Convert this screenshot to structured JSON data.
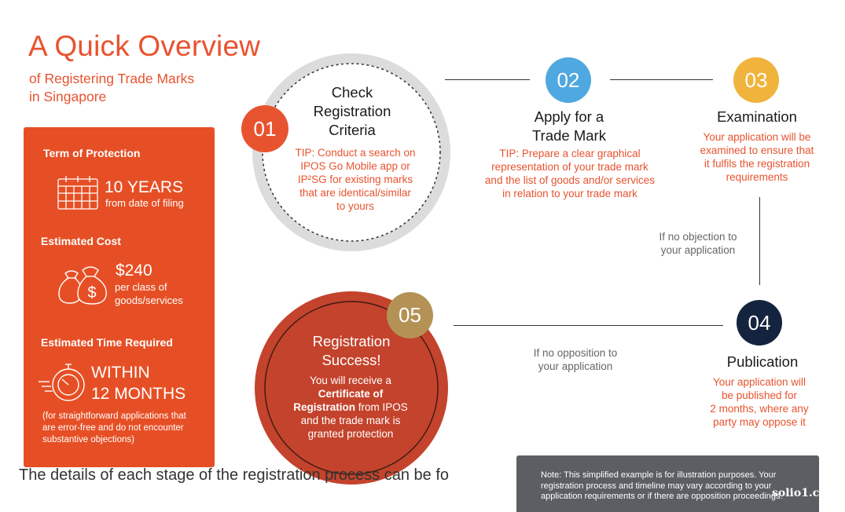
{
  "header": {
    "title": "A Quick Overview",
    "subtitle_line1": "of Registering Trade Marks",
    "subtitle_line2": "in Singapore"
  },
  "panel": {
    "term_label": "Term of Protection",
    "term_value": "10 YEARS",
    "term_sub": "from date of filing",
    "cost_label": "Estimated Cost",
    "cost_value": "$240",
    "cost_sub1": "per class of",
    "cost_sub2": "goods/services",
    "time_label": "Estimated Time Required",
    "time_value1": "WITHIN",
    "time_value2": "12 MONTHS",
    "time_note": "(for straightforward applications that are error-free and do not encounter substantive objections)"
  },
  "steps": {
    "s1": {
      "num": "01",
      "title1": "Check",
      "title2": "Registration",
      "title3": "Criteria",
      "desc1": "TIP: Conduct a search on",
      "desc2": "IPOS Go Mobile app or",
      "desc3": "IP²SG for existing marks",
      "desc4": "that are identical/similar",
      "desc5": "to yours"
    },
    "s2": {
      "num": "02",
      "title1": "Apply for a",
      "title2": "Trade Mark",
      "desc1": "TIP: Prepare a clear graphical",
      "desc2": "representation of your trade mark",
      "desc3": "and the list of goods and/or services",
      "desc4": "in relation to your trade mark"
    },
    "s3": {
      "num": "03",
      "title": "Examination",
      "desc1": "Your application will be",
      "desc2": "examined to ensure that",
      "desc3": "it fulfils the registration",
      "desc4": "requirements"
    },
    "s4": {
      "num": "04",
      "title": "Publication",
      "desc1": "Your application will",
      "desc2": "be published for",
      "desc3": "2 months, where any",
      "desc4": "party may oppose it"
    },
    "s5": {
      "num": "05",
      "title1": "Registration",
      "title2": "Success!",
      "desc1": "You will receive a",
      "desc_bold1": "Certificate of",
      "desc_bold2": "Registration",
      "desc2": " from IPOS",
      "desc3": "and the trade mark is",
      "desc4": "granted protection"
    }
  },
  "connectors": {
    "no_objection1": "If no objection to",
    "no_objection2": "your application",
    "no_opposition1": "If no opposition to",
    "no_opposition2": "your application"
  },
  "footer": {
    "text": "The details of each stage of the registration process can be fo",
    "note": "Note: This simplified example is for illustration purposes. Your registration process and timeline may vary according to your application requirements or if there are opposition proceedings.",
    "brand": "solio1.c"
  },
  "colors": {
    "accent_orange": "#e64f25",
    "step1": "#e8532f",
    "step2": "#4fa8df",
    "step3": "#f0b43c",
    "step4": "#14243e",
    "step5": "#b49256",
    "success_circle": "#c4432c"
  }
}
